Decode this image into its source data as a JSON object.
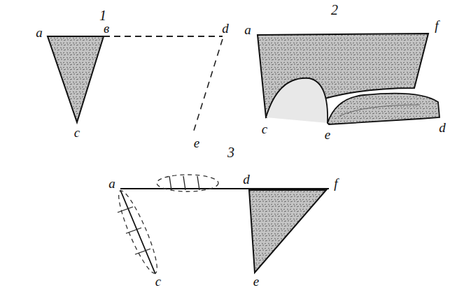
{
  "diagram": {
    "labels": [
      "1",
      "в",
      "a",
      "d",
      "c",
      "e",
      "2",
      "a",
      "f",
      "c",
      "e",
      "d",
      "3",
      "a",
      "d",
      "f",
      "c",
      "e"
    ]
  }
}
